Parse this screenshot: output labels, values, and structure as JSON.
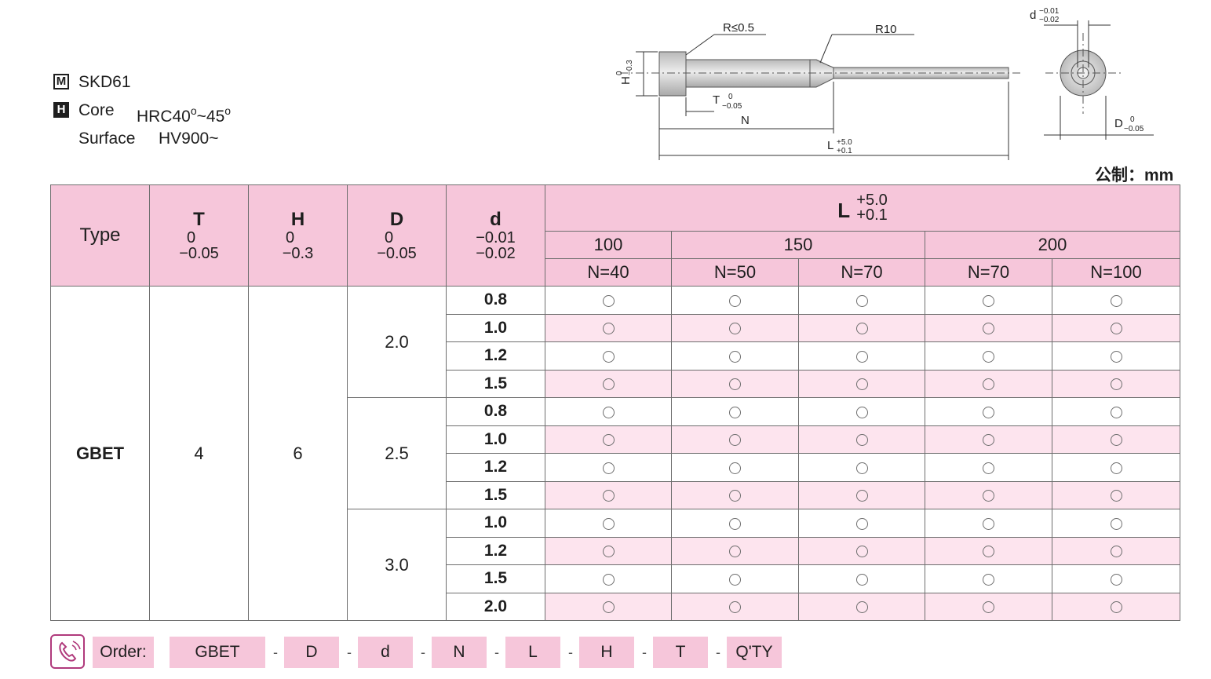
{
  "spec": {
    "material": {
      "badge": "M",
      "value": "SKD61"
    },
    "hardness": {
      "badge": "H",
      "core_label": "Core",
      "core_value": "HRC40",
      "core_sep": "~45",
      "surface_label": "Surface",
      "surface_value": "HV900~"
    }
  },
  "drawing": {
    "r_small": "R≤0.5",
    "r_big": "R10",
    "h_label": "H",
    "h_tol_up": "0",
    "h_tol_low": "−0.3",
    "t_label": "T",
    "t_tol_up": "0",
    "t_tol_low": "−0.05",
    "n_label": "N",
    "l_label": "L",
    "l_tol_up": "+5.0",
    "l_tol_low": "+0.1",
    "d_small_label": "d",
    "d_small_tol_up": "−0.01",
    "d_small_tol_low": "−0.02",
    "d_big_label": "D",
    "d_big_tol_up": "0",
    "d_big_tol_low": "−0.05"
  },
  "unit_note": "公制：mm",
  "table": {
    "type_header": "Type",
    "cols": [
      {
        "name": "T",
        "tol_up": "0",
        "tol_low": "−0.05"
      },
      {
        "name": "H",
        "tol_up": "0",
        "tol_low": "−0.3"
      },
      {
        "name": "D",
        "tol_up": "0",
        "tol_low": "−0.05"
      },
      {
        "name": "d",
        "tol_up": "−0.01",
        "tol_low": "−0.02"
      }
    ],
    "l_header": {
      "name": "L",
      "tol_up": "+5.0",
      "tol_low": "+0.1"
    },
    "lengths": [
      "100",
      "150",
      "200"
    ],
    "n_values": [
      "N=40",
      "N=50",
      "N=70",
      "N=70",
      "N=100"
    ],
    "type_value": "GBET",
    "t_value": "4",
    "h_value": "6",
    "groups": [
      {
        "D": "2.0",
        "d": [
          "0.8",
          "1.0",
          "1.2",
          "1.5"
        ]
      },
      {
        "D": "2.5",
        "d": [
          "0.8",
          "1.0",
          "1.2",
          "1.5"
        ]
      },
      {
        "D": "3.0",
        "d": [
          "1.0",
          "1.2",
          "1.5",
          "2.0"
        ]
      }
    ],
    "availability_mark": "circle"
  },
  "order": {
    "label": "Order:",
    "fields": [
      "GBET",
      "D",
      "d",
      "N",
      "L",
      "H",
      "T",
      "Q'TY"
    ],
    "separator": "-"
  }
}
